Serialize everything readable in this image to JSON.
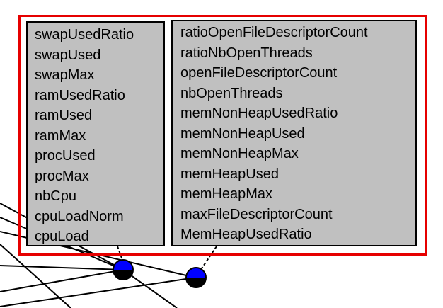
{
  "colors": {
    "frame": "#e60000",
    "box_fill": "#c0c0c0",
    "port_top": "#0000ff",
    "port_bottom": "#000000",
    "line": "#000000"
  },
  "left_box": {
    "items": [
      "swapUsedRatio",
      "swapUsed",
      "swapMax",
      "ramUsedRatio",
      "ramUsed",
      "ramMax",
      "procUsed",
      "procMax",
      "nbCpu",
      "cpuLoadNorm",
      "cpuLoad"
    ]
  },
  "right_box": {
    "items": [
      "ratioOpenFileDescriptorCount",
      "ratioNbOpenThreads",
      "openFileDescriptorCount",
      "nbOpenThreads",
      "memNonHeapUsedRatio",
      "memNonHeapUsed",
      "memNonHeapMax",
      "memHeapUsed",
      "memHeapMax",
      "maxFileDescriptorCount",
      "MemHeapUsedRatio"
    ]
  }
}
